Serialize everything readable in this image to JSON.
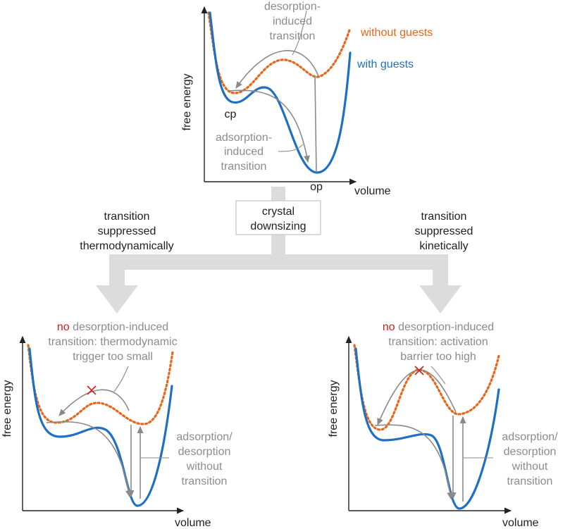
{
  "top": {
    "y_axis": "free energy",
    "x_axis": "volume",
    "legend_without": "without guests",
    "legend_with": "with guests",
    "desorption": [
      "desorption-",
      "induced",
      "transition"
    ],
    "adsorption": [
      "adsorption-",
      "induced",
      "transition"
    ],
    "cp": "cp",
    "op": "op"
  },
  "center": {
    "box": [
      "crystal",
      "downsizing"
    ],
    "left": [
      "transition",
      "suppressed",
      "thermodynamically"
    ],
    "right": [
      "transition",
      "suppressed",
      "kinetically"
    ]
  },
  "bottom_left": {
    "y_axis": "free energy",
    "x_axis": "volume",
    "no": "no",
    "title_rest": " desorption-induced",
    "title_l2": "transition: thermodynamic",
    "title_l3": "trigger too small",
    "side": [
      "adsorption/",
      "desorption",
      "without",
      "transition"
    ]
  },
  "bottom_right": {
    "y_axis": "free energy",
    "x_axis": "volume",
    "no": "no",
    "title_rest": " desorption-induced",
    "title_l2": "transition: activation",
    "title_l3": "barrier too high",
    "side": [
      "adsorption/",
      "desorption",
      "without",
      "transition"
    ]
  },
  "colors": {
    "with_guests": "#1f6fc2",
    "without_guests": "#e8661b",
    "annotation": "#8c8c8c",
    "negation": "#cc1f1f",
    "arrow_band": "#dcdcdc"
  }
}
